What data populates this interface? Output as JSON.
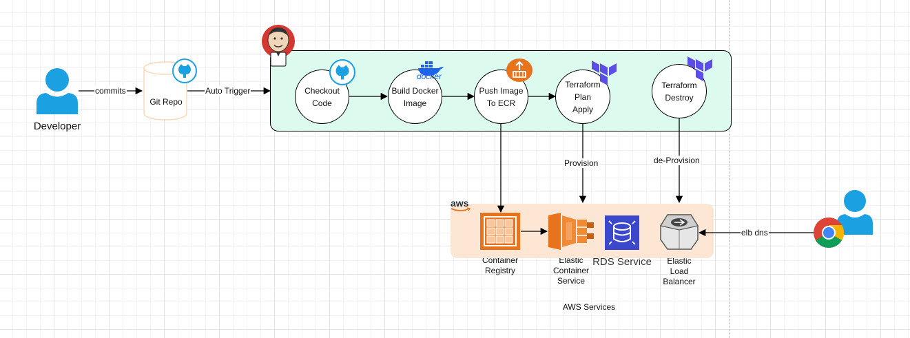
{
  "colors": {
    "pipeline_fill": "#dcfaee",
    "aws_group_fill": "#fde6d3",
    "person_blue": "#1ba1e2",
    "github_blue": "#1ba1e2",
    "terraform_purple": "#5c4ee5",
    "aws_orange": "#e7731d",
    "rds_blue": "#3b48cc",
    "separator": "#bdbdbd"
  },
  "developer": {
    "label": "Developer",
    "icon": "person-icon"
  },
  "git_repo": {
    "label": "Git Repo",
    "icon": "github-icon"
  },
  "edges": {
    "commits": "commits",
    "auto_trigger": "Auto Trigger",
    "provision": "Provision",
    "de_provision": "de-Provision",
    "elb_dns": "elb dns"
  },
  "pipeline": {
    "icon": "jenkins-icon",
    "stages": [
      {
        "line1": "Checkout",
        "line2": "Code",
        "icon": "github-icon"
      },
      {
        "line1": "Build Docker",
        "line2": "Image",
        "icon": "docker-icon"
      },
      {
        "line1": "Push Image",
        "line2": "To ECR",
        "icon": "ecr-push-icon"
      },
      {
        "line1": "Terraform",
        "line2": "Plan",
        "line3": "Apply",
        "icon": "terraform-icon"
      },
      {
        "line1": "Terraform",
        "line2": "Destroy",
        "icon": "terraform-icon"
      }
    ]
  },
  "docker_text": "docker",
  "aws": {
    "logo_text": "aws",
    "group_label": "AWS Services",
    "services": {
      "ecr": {
        "line1": "Container",
        "line2": "Registry"
      },
      "ecs": {
        "line1": "Elastic",
        "line2": "Container",
        "line3": "Service"
      },
      "rds": {
        "label": "RDS Service"
      },
      "elb": {
        "line1": "Elastic",
        "line2": "Load",
        "line3": "Balancer"
      }
    }
  },
  "end_user": {
    "icons": [
      "chrome-icon",
      "person-icon"
    ]
  }
}
